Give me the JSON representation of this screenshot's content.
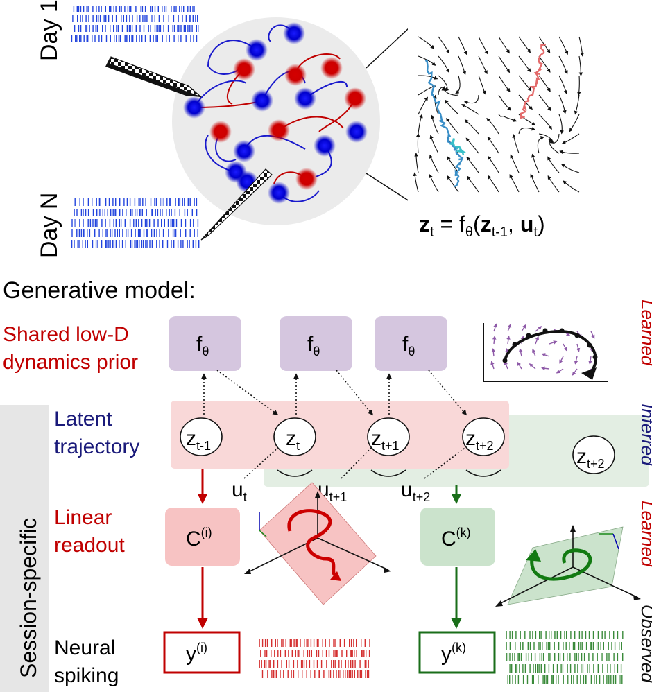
{
  "top": {
    "day1_label": "Day 1",
    "dayN_label": "Day N",
    "equation": {
      "z": "z",
      "t_sub": "t",
      "eq": " = f",
      "theta": "θ",
      "open": "(",
      "z2": "z",
      "tm1_sub": "t-1",
      "comma": ", ",
      "u": "u",
      "t_sub2": "t",
      "close": ")"
    }
  },
  "model": {
    "heading": "Generative model:",
    "prior_label_line1": "Shared low-D",
    "prior_label_line2": "dynamics prior",
    "latent_label_line1": "Latent",
    "latent_label_line2": "trajectory",
    "readout_label_line1": "Linear",
    "readout_label_line2": "readout",
    "spiking_label_line1": "Neural",
    "spiking_label_line2": "spiking",
    "session_label": "Session-specific",
    "f_box": {
      "f": "f",
      "sub": "θ"
    },
    "nodes": [
      {
        "base": "z",
        "sub": "t-1"
      },
      {
        "base": "z",
        "sub": "t"
      },
      {
        "base": "z",
        "sub": "t+1"
      },
      {
        "base": "z",
        "sub": "t+2"
      }
    ],
    "node_green": {
      "base": "z",
      "sub": "t+2"
    },
    "inputs": [
      {
        "base": "u",
        "sub": "t"
      },
      {
        "base": "u",
        "sub": "t+1"
      },
      {
        "base": "u",
        "sub": "t+2"
      }
    ],
    "readout_i": {
      "base": "C",
      "sup": "(i)"
    },
    "readout_k": {
      "base": "C",
      "sup": "(k)"
    },
    "obs_i": {
      "base": "y",
      "sup": "(i)"
    },
    "obs_k": {
      "base": "y",
      "sup": "(k)"
    },
    "side_labels": {
      "learned_1": "Learned",
      "inferred": "Inferred",
      "learned_2": "Learned",
      "observed": "Observed"
    }
  },
  "colors": {
    "red": "#c00000",
    "blue": "#0000b0",
    "green": "#1a6e1a",
    "purple_box": "#d5c6df",
    "pink_band": "#f9d8d8",
    "green_band": "#e3eee3",
    "red_box": "#f7c3c3",
    "green_box": "#cbe3cc",
    "circle_bg": "#ebebeb",
    "spike_blue": "#2244dd",
    "spike_red": "#d43030",
    "spike_green": "#3a8a3a"
  }
}
